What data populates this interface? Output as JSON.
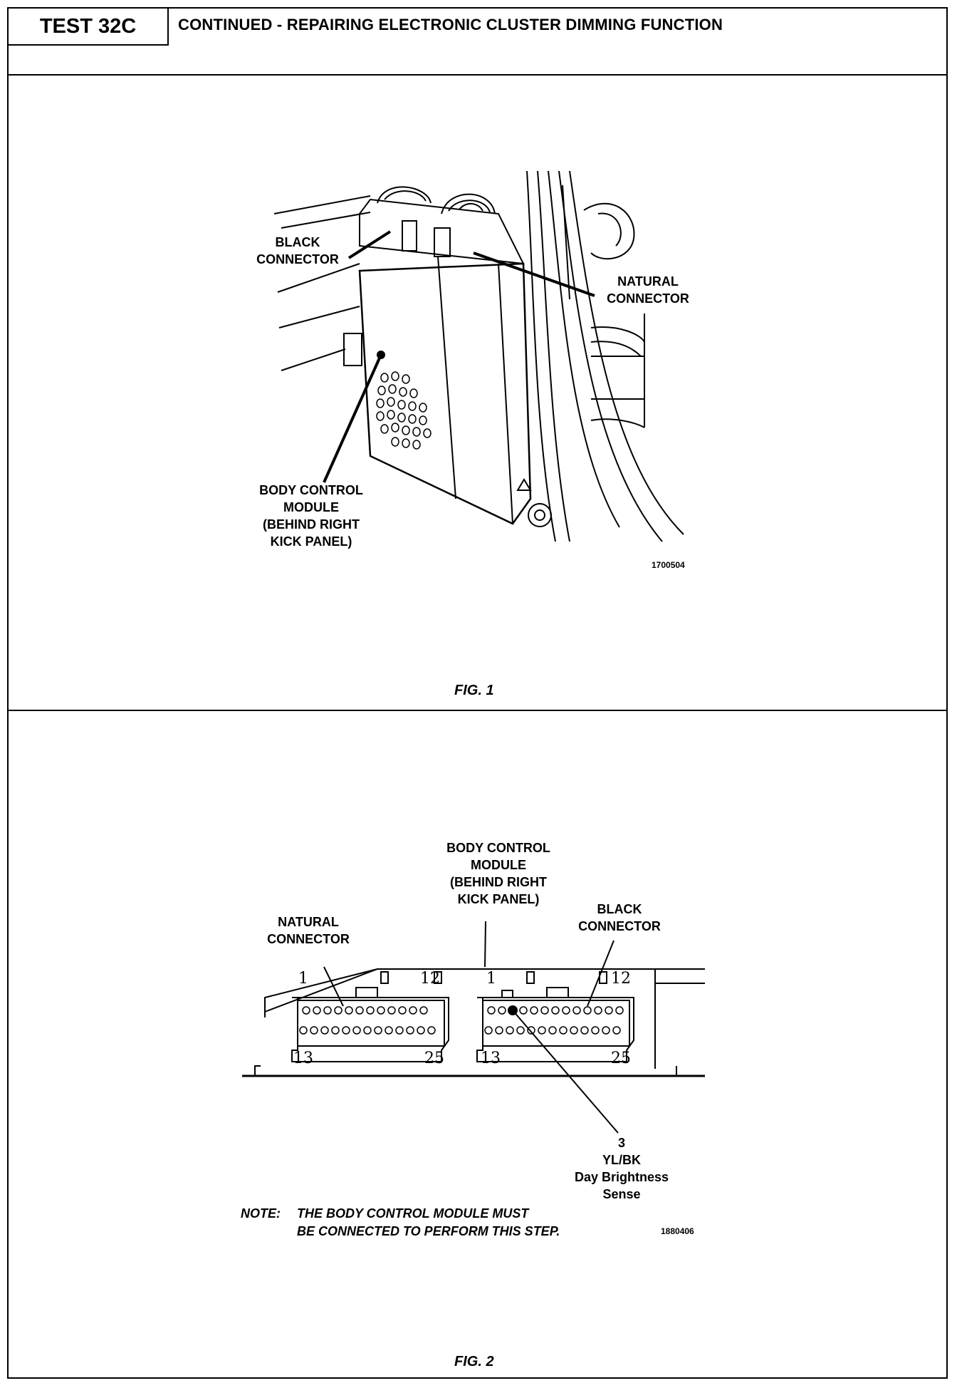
{
  "header": {
    "test_id": "TEST 32C",
    "title": "CONTINUED - REPAIRING ELECTRONIC CLUSTER DIMMING FUNCTION"
  },
  "fig1": {
    "caption": "FIG. 1",
    "labels": {
      "black_connector": [
        "BLACK",
        "CONNECTOR"
      ],
      "natural_connector": [
        "NATURAL",
        "CONNECTOR"
      ],
      "bcm": [
        "BODY CONTROL",
        "MODULE",
        "(BEHIND RIGHT",
        "KICK PANEL)"
      ]
    },
    "ref_number": "1700504"
  },
  "fig2": {
    "caption": "FIG. 2",
    "labels": {
      "bcm": [
        "BODY CONTROL",
        "MODULE",
        "(BEHIND RIGHT",
        "KICK PANEL)"
      ],
      "natural_connector": [
        "NATURAL",
        "CONNECTOR"
      ],
      "black_connector": [
        "BLACK",
        "CONNECTOR"
      ]
    },
    "pins": {
      "natural": {
        "top_left": "1",
        "top_right": "12",
        "bottom_left": "13",
        "bottom_right": "25"
      },
      "black": {
        "top_left": "1",
        "top_right": "12",
        "bottom_left": "13",
        "bottom_right": "25"
      }
    },
    "callout": {
      "pin": "3",
      "wire": "YL/BK",
      "desc1": "Day Brightness",
      "desc2": "Sense"
    },
    "note_label": "NOTE:",
    "note_line1": "THE BODY CONTROL MODULE MUST",
    "note_line2": "BE CONNECTED TO PERFORM THIS STEP.",
    "ref_number": "1880406"
  }
}
